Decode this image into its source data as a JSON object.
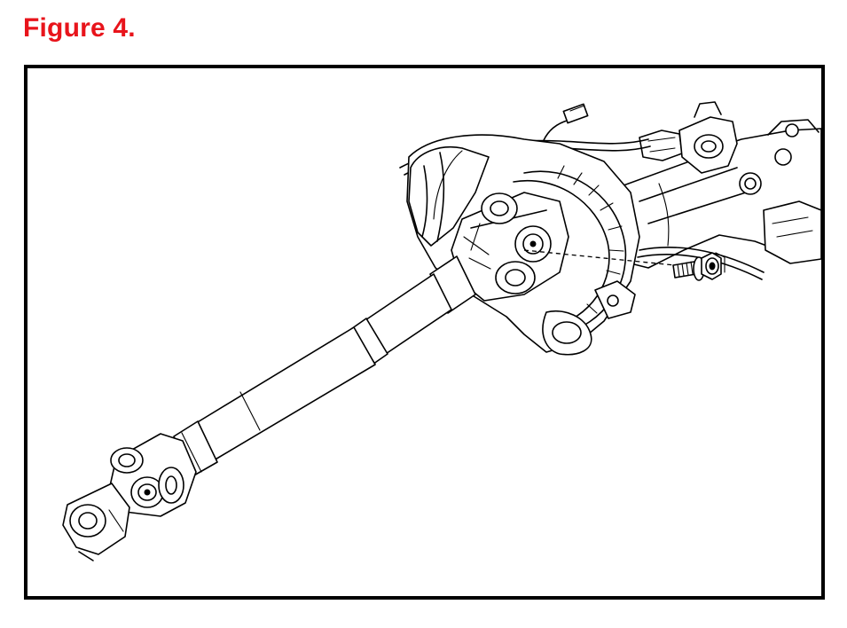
{
  "figure": {
    "title": "Figure 4.",
    "title_color": "#e8141b",
    "frame_color": "#000000"
  },
  "illustration": {
    "subject": "steering-column-intermediate-shaft",
    "parts": [
      "lower-universal-joint",
      "intermediate-shaft",
      "upper-universal-joint",
      "steering-column-housing",
      "wiring-harness-connector",
      "pinch-bolt-and-nut"
    ]
  }
}
